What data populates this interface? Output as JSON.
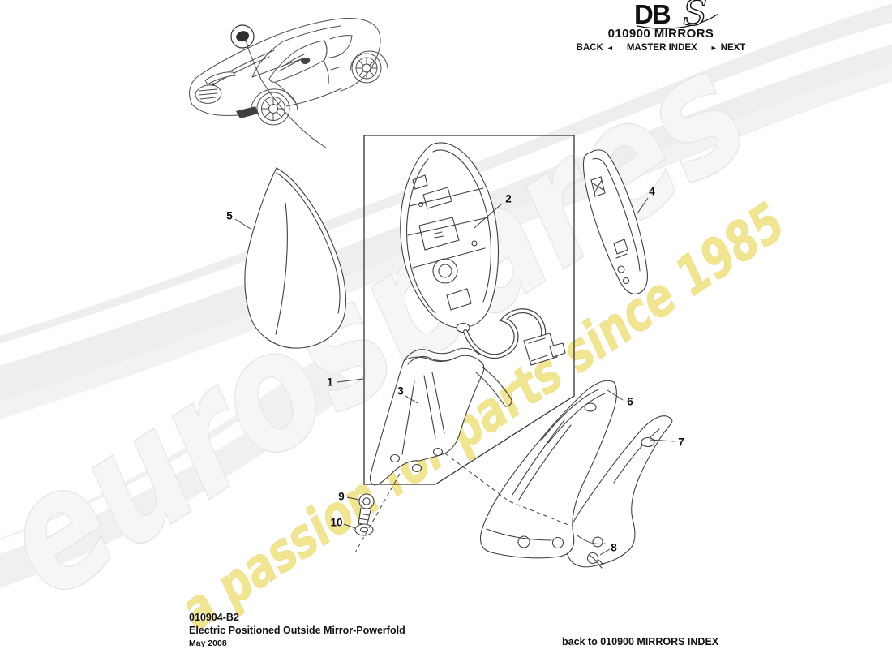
{
  "header": {
    "logo_db": "DB",
    "logo_s": "S",
    "section_code_title": "010900 MIRRORS",
    "nav": {
      "back": "BACK",
      "back_arrow": "◄",
      "master_index": "MASTER INDEX",
      "next_arrow": "►",
      "next": "NEXT"
    }
  },
  "watermark": {
    "brand": "eurospares",
    "tagline": "a passion for parts since 1985",
    "brand_color": "#f6f6f6",
    "brand_edge_color": "#e4e4e4",
    "tagline_color": "#f1e68f",
    "swoosh_color": "#eeeeee"
  },
  "diagram": {
    "callouts": [
      "1",
      "2",
      "3",
      "4",
      "5",
      "6",
      "7",
      "8",
      "9",
      "10"
    ]
  },
  "footer": {
    "doc_number": "010904-B2",
    "doc_title": "Electric Positioned Outside Mirror-Powerfold",
    "doc_date": "May 2008",
    "index_link": "back to 010900 MIRRORS INDEX"
  }
}
